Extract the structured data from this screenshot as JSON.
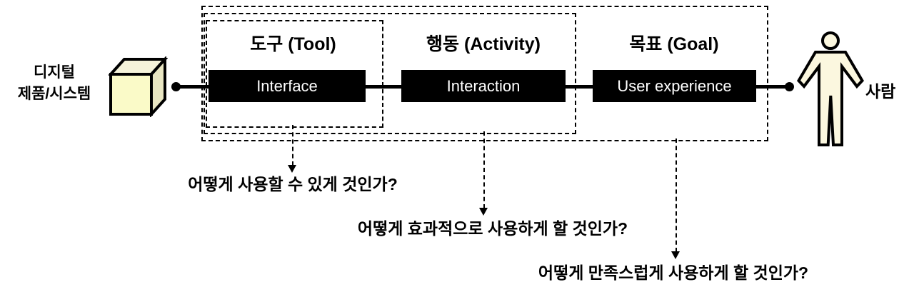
{
  "source": {
    "line1": "디지털",
    "line2": "제품/시스템"
  },
  "person": {
    "label": "사람"
  },
  "layers": [
    {
      "title": "도구 (Tool)",
      "band": "Interface",
      "question": "어떻게 사용할 수 있게 것인가?"
    },
    {
      "title": "행동 (Activity)",
      "band": "Interaction",
      "question": "어떻게 효과적으로 사용하게 할 것인가?"
    },
    {
      "title": "목표 (Goal)",
      "band": "User experience",
      "question": "어떻게 만족스럽게 사용하게 할 것인가?"
    }
  ],
  "icons": {
    "cube": "cube-icon",
    "person": "person-icon"
  },
  "colors": {
    "background": "#FFFFFF",
    "line": "#000000",
    "band_background": "#000000",
    "band_text": "#FFFFFF",
    "cube_front": "#FAFAC8",
    "cube_top": "#F5F3DA",
    "cube_side": "#E9E6C2",
    "person_fill": "#FBF7DF"
  }
}
